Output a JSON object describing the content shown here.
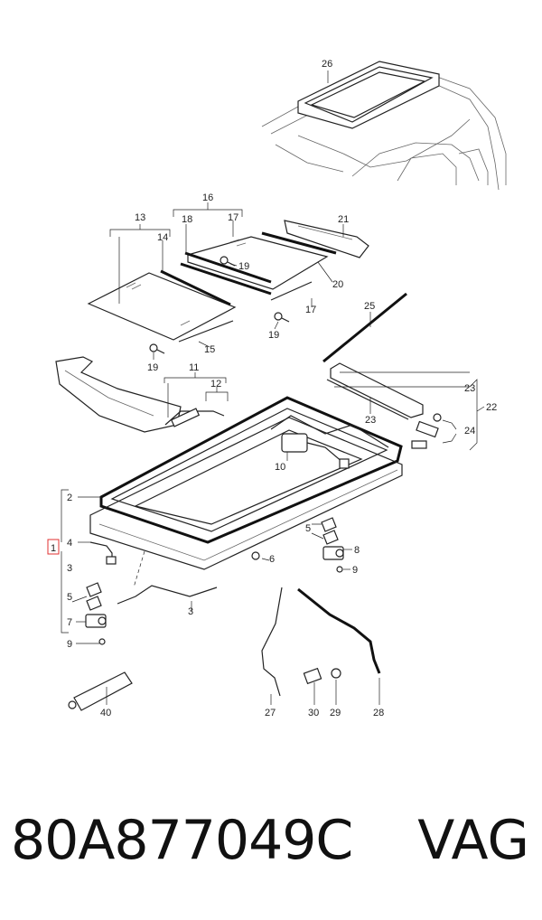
{
  "callouts": {
    "c1": "1",
    "c2": "2",
    "c3a": "3",
    "c3b": "3",
    "c4": "4",
    "c5a": "5",
    "c5b": "5",
    "c6": "6",
    "c7": "7",
    "c8": "8",
    "c9a": "9",
    "c9b": "9",
    "c10": "10",
    "c11": "11",
    "c12": "12",
    "c13": "13",
    "c14": "14",
    "c15": "15",
    "c16": "16",
    "c17a": "17",
    "c17b": "17",
    "c18": "18",
    "c19a": "19",
    "c19b": "19",
    "c19c": "19",
    "c20": "20",
    "c21": "21",
    "c22": "22",
    "c23a": "23",
    "c23b": "23",
    "c24": "24",
    "c25": "25",
    "c26": "26",
    "c27": "27",
    "c28": "28",
    "c29": "29",
    "c30": "30",
    "c40": "40"
  },
  "footer": {
    "part_number": "80A877049C",
    "brand": "VAG"
  },
  "colors": {
    "line": "#222222",
    "highlight_box": "#e03030"
  }
}
